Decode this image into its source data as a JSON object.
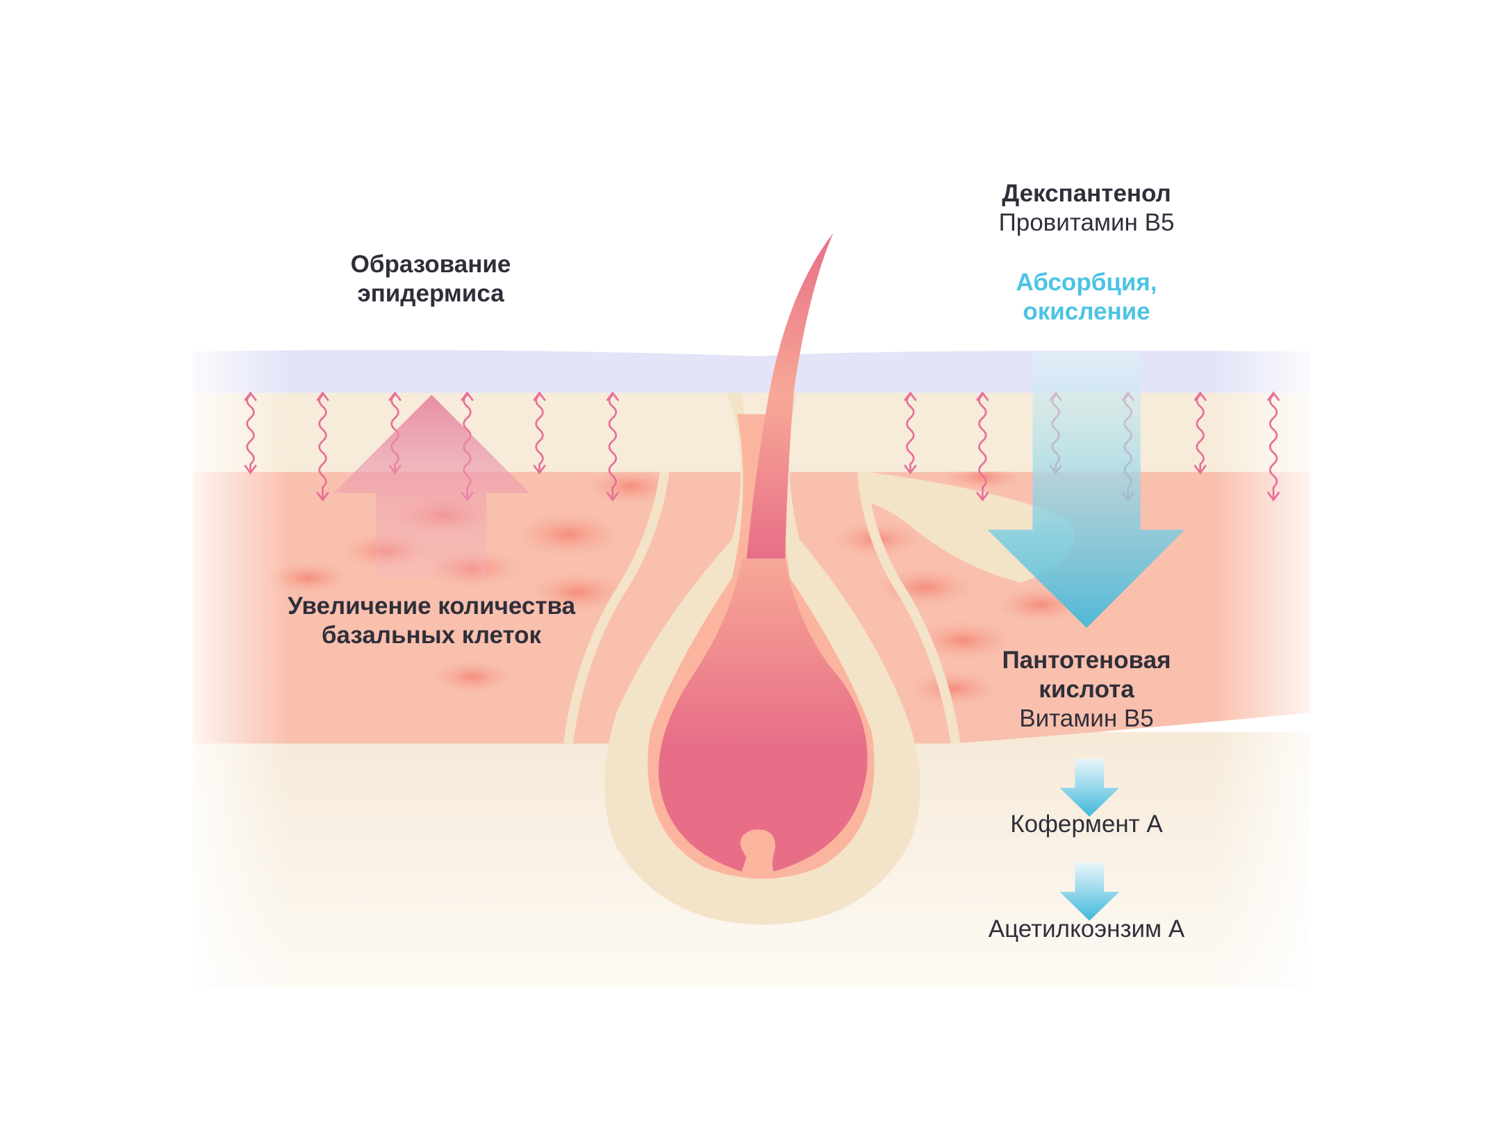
{
  "labels": {
    "epidermis_formation": [
      "Образование",
      "эпидермиса"
    ],
    "basal_cells": [
      "Увеличение количества",
      "базальных клеток"
    ],
    "dexpanthenol": "Декспантенол",
    "provitamin": "Провитамин B5",
    "absorption": [
      "Абсорбция,",
      "окисление"
    ],
    "pantothenic": [
      "Пантотеновая",
      "кислота"
    ],
    "vitamin": "Витамин B5",
    "coenzyme": "Кофермент А",
    "acetyl": "Ацетилкоэнзим А"
  },
  "colors": {
    "pink": "#e8708a",
    "blue": "#4cc3e3",
    "cream": "#f3e3c8",
    "dermis": "#f9b3a0",
    "text": "#2f2f3a"
  }
}
